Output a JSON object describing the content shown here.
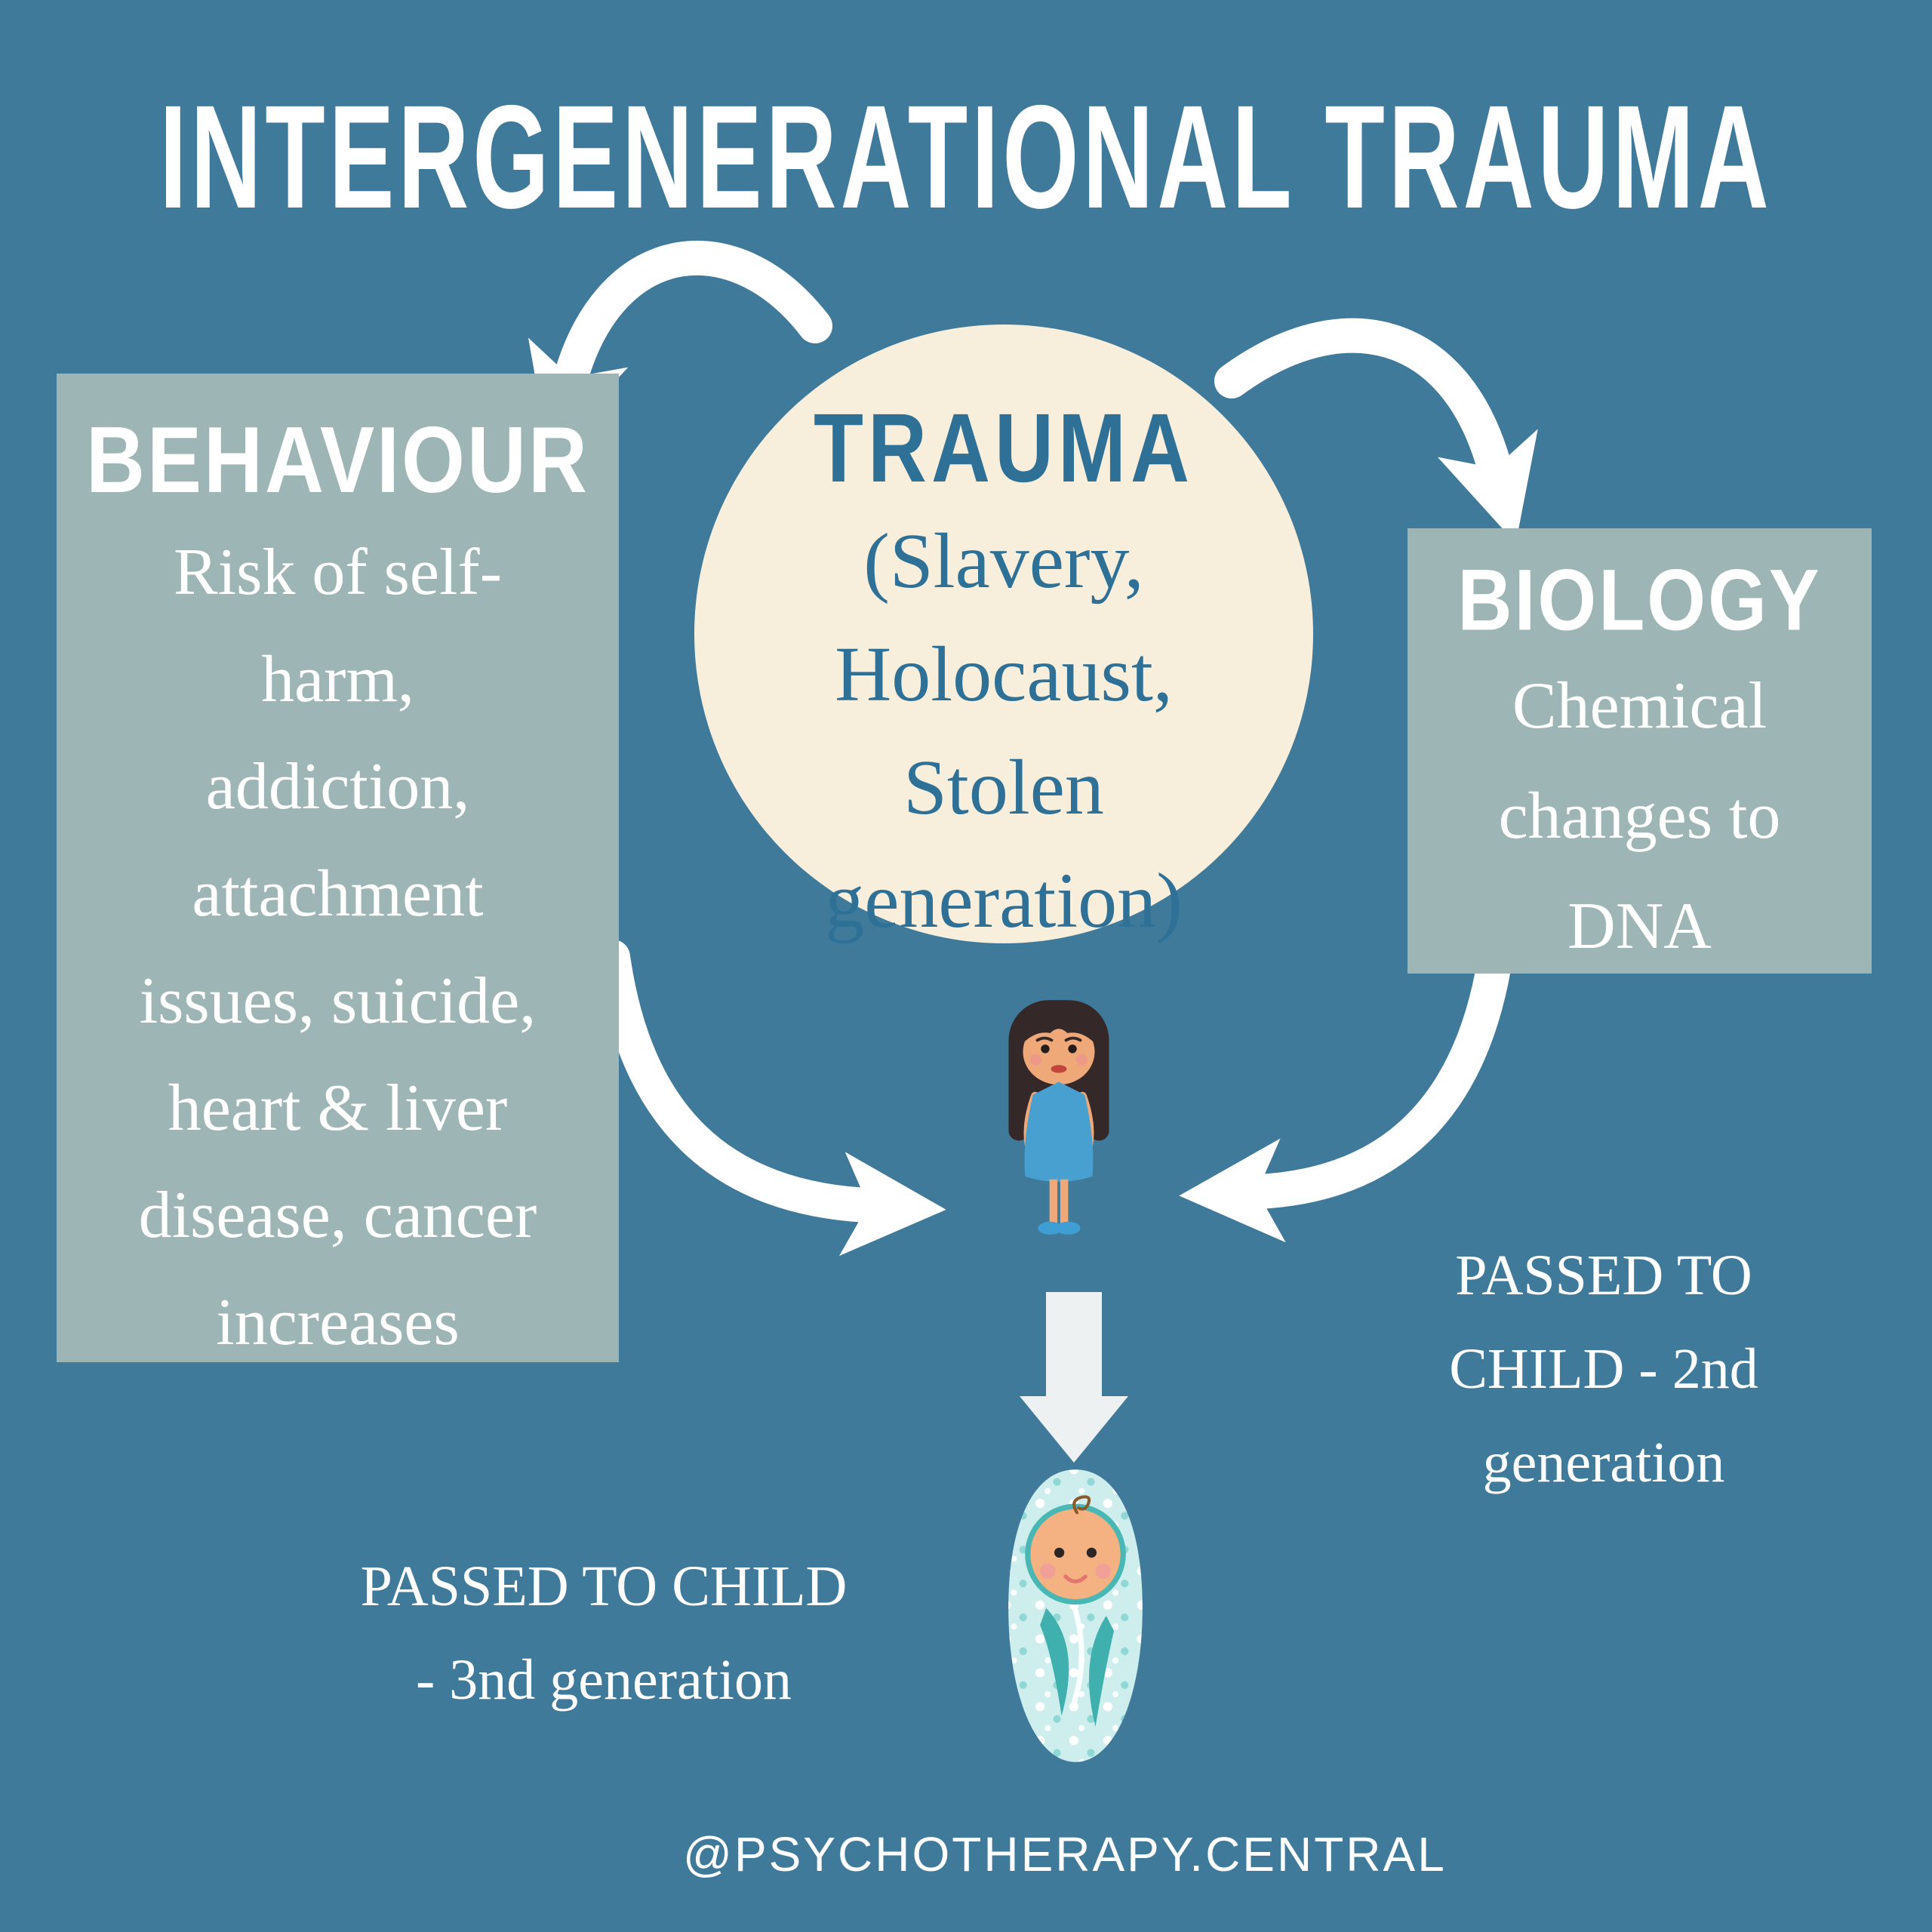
{
  "title": "INTERGENERATIONAL TRAUMA",
  "center_circle": {
    "heading": "TRAUMA",
    "examples": "(Slavery,\nHolocaust,\nStolen\ngeneration)"
  },
  "behaviour_box": {
    "heading": "BEHAVIOUR",
    "body": "Risk of self-\nharm,\naddiction,\nattachment\nissues, suicide,\nheart & liver\ndisease, cancer\nincreases"
  },
  "biology_box": {
    "heading": "BIOLOGY",
    "body": "Chemical\nchanges to\nDNA"
  },
  "labels": {
    "passed_2nd": "PASSED TO\nCHILD - 2nd\ngeneration",
    "passed_3rd": "PASSED TO CHILD\n- 3nd generation"
  },
  "footer": "@PSYCHOTHERAPY.CENTRAL",
  "colors": {
    "background": "#3f7a9a",
    "panel": "#9db5b5",
    "circle_bg": "#f7efdb",
    "accent_text": "#2f7096",
    "white": "#ffffff",
    "soft_arrow": "#eef1f2"
  },
  "illustrations": {
    "girl": "girl-in-blue-dress (2nd generation child)",
    "baby": "swaddled-baby (3rd generation child)",
    "arrows": "white curved arrows: trauma-to-behaviour, trauma-to-biology, behaviour-to-child, biology-to-child, child-to-baby"
  }
}
